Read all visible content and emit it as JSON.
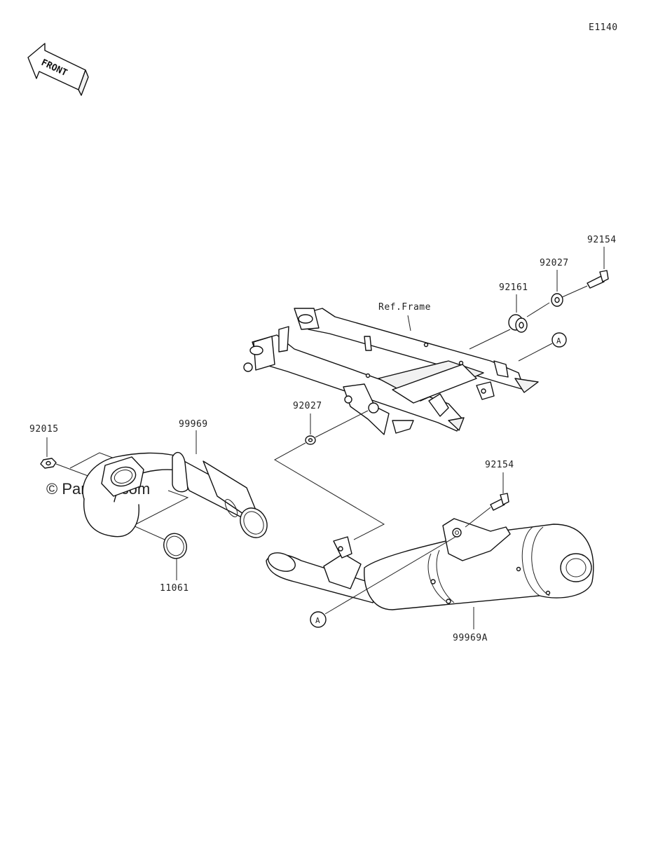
{
  "diagram_code": "E1140",
  "front_label": "FRONT",
  "watermark": "© Partzilla.com",
  "reference_label": "Ref.Frame",
  "callout_letter": "A",
  "parts": [
    {
      "number": "92154",
      "key": "bolt_top"
    },
    {
      "number": "92027",
      "key": "collar_top"
    },
    {
      "number": "92161",
      "key": "damper"
    },
    {
      "number": "92027",
      "key": "collar_mid"
    },
    {
      "number": "92015",
      "key": "nut"
    },
    {
      "number": "99969",
      "key": "exhaust_pipe"
    },
    {
      "number": "11061",
      "key": "gasket"
    },
    {
      "number": "92154",
      "key": "bolt_muffler"
    },
    {
      "number": "99969A",
      "key": "muffler"
    }
  ]
}
